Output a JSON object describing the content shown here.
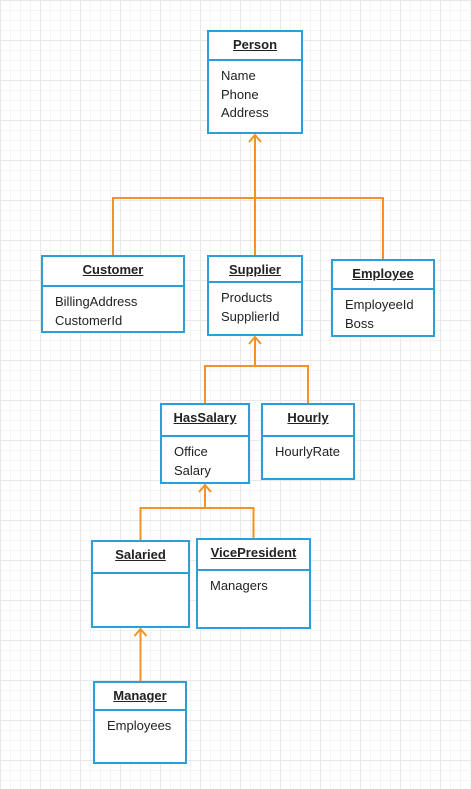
{
  "colors": {
    "class_border": "#2b9fd8",
    "inheritance_line": "#f39326",
    "grid": "#e8e8e8"
  },
  "classes": {
    "person": {
      "name": "Person",
      "attributes": [
        "Name",
        "Phone",
        "Address"
      ]
    },
    "customer": {
      "name": "Customer",
      "attributes": [
        "BillingAddress",
        "CustomerId"
      ]
    },
    "supplier": {
      "name": "Supplier",
      "attributes": [
        "Products",
        "SupplierId"
      ]
    },
    "employee": {
      "name": "Employee",
      "attributes": [
        "EmployeeId",
        "Boss"
      ]
    },
    "hassalary": {
      "name": "HasSalary",
      "attributes": [
        "Office",
        "Salary"
      ]
    },
    "hourly": {
      "name": "Hourly",
      "attributes": [
        "HourlyRate"
      ]
    },
    "salaried": {
      "name": "Salaried",
      "attributes": []
    },
    "vicepresident": {
      "name": "VicePresident",
      "attributes": [
        "Managers"
      ]
    },
    "manager": {
      "name": "Manager",
      "attributes": [
        "Employees"
      ]
    }
  },
  "inheritance": [
    {
      "parent": "person",
      "children": [
        "customer",
        "supplier",
        "employee"
      ]
    },
    {
      "parent": "supplier",
      "children": [
        "hassalary",
        "hourly"
      ]
    },
    {
      "parent": "hassalary",
      "children": [
        "salaried",
        "vicepresident"
      ]
    },
    {
      "parent": "salaried",
      "children": [
        "manager"
      ]
    }
  ]
}
